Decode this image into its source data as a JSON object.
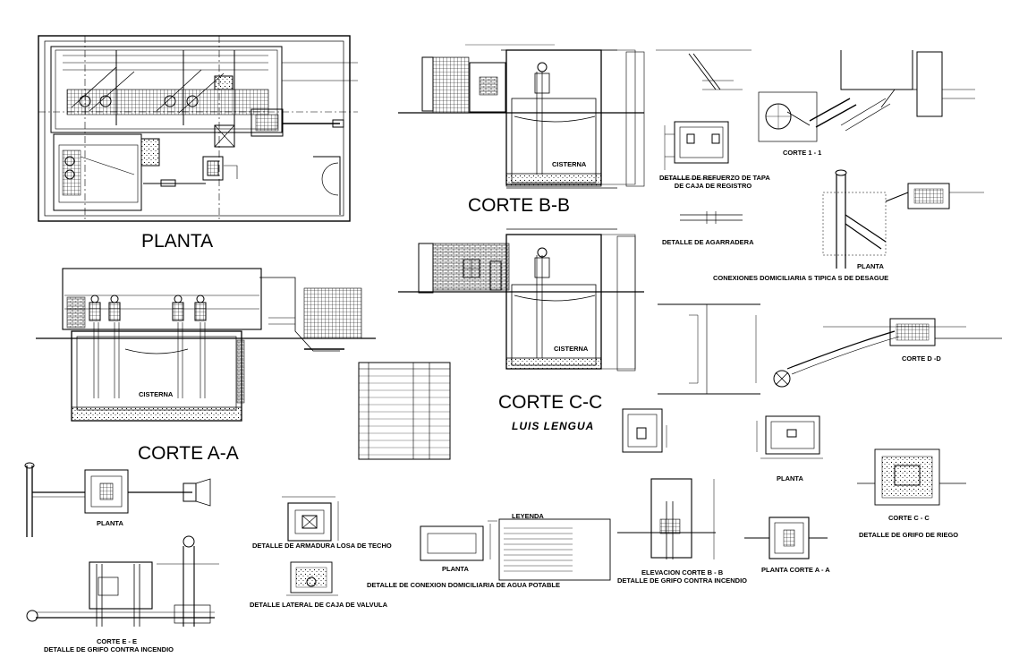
{
  "titles": {
    "planta": "PLANTA",
    "corte_bb": "CORTE B-B",
    "corte_cc": "CORTE C-C",
    "corte_aa": "CORTE A-A",
    "brand": "LUIS LENGUA"
  },
  "labels": {
    "cisterna": "CISTERNA",
    "det_refuerzo_1": "DETALLE DE REFUERZO DE TAPA",
    "det_refuerzo_2": "DE CAJA DE REGISTRO",
    "det_agarradera": "DETALLE DE AGARRADERA",
    "corte_11": "CORTE 1 - 1",
    "planta_conex": "PLANTA",
    "conexiones": "CONEXIONES DOMICILIARIA S TIPICA S DE DESAGUE",
    "corte_dd": "CORTE D -D",
    "planta_grifo_riego": "PLANTA",
    "corte_cc_small": "CORTE C - C",
    "det_grifo_riego": "DETALLE DE GRIFO DE RIEGO",
    "planta_incendio": "PLANTA",
    "corte_ee": "CORTE E - E",
    "det_grifo_incendio_left": "DETALLE DE GRIFO CONTRA INCENDIO",
    "det_armadura": "DETALLE DE ARMADURA LOSA DE TECHO",
    "det_lateral": "DETALLE LATERAL DE CAJA DE VALVULA",
    "leyenda": "LEYENDA",
    "planta_agua": "PLANTA",
    "det_conexion_agua": "DETALLE DE CONEXION DOMICILIARIA DE AGUA POTABLE",
    "elev_bb": "ELEVACION CORTE B - B",
    "det_grifo_incendio_right": "DETALLE DE GRIFO CONTRA INCENDIO",
    "planta_corte_aa": "PLANTA CORTE A - A"
  },
  "colors": {
    "ink": "#000000",
    "paper": "#ffffff",
    "hatch": "#555555"
  }
}
